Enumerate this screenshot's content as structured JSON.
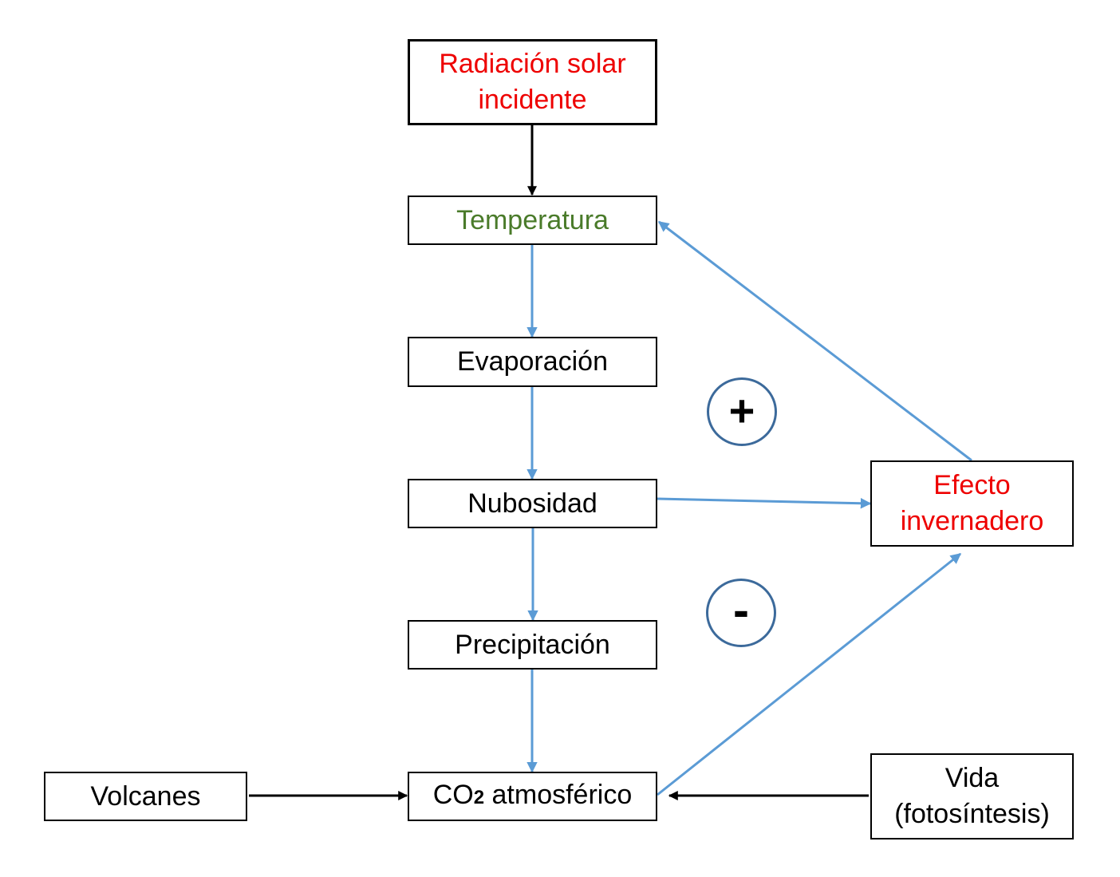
{
  "colors": {
    "red_text": "#ee0000",
    "green_text": "#4a7b2a",
    "black_text": "#000000",
    "blue_arrow": "#5b9bd5",
    "black_arrow": "#000000",
    "circle_stroke": "#3c6a9b"
  },
  "nodes": {
    "radiacion": {
      "lines": [
        "Radiación solar",
        "incidente"
      ],
      "color": "red"
    },
    "temperatura": {
      "lines": [
        "Temperatura"
      ],
      "color": "green"
    },
    "evaporacion": {
      "lines": [
        "Evaporación"
      ],
      "color": "black"
    },
    "nubosidad": {
      "lines": [
        "Nubosidad"
      ],
      "color": "black"
    },
    "precipitacion": {
      "lines": [
        "Precipitación"
      ],
      "color": "black"
    },
    "co2": {
      "main": "CO",
      "subscript": "2",
      "rest": " atmosférico",
      "color": "black"
    },
    "volcanes": {
      "lines": [
        "Volcanes"
      ],
      "color": "black"
    },
    "vida": {
      "lines": [
        "Vida",
        "(fotosíntesis)"
      ],
      "color": "black"
    },
    "efecto": {
      "lines": [
        "Efecto",
        "invernadero"
      ],
      "color": "red"
    }
  },
  "signs": {
    "positive": "+",
    "negative": "-"
  },
  "edges": [
    {
      "from": "radiacion",
      "to": "temperatura",
      "style": "black"
    },
    {
      "from": "temperatura",
      "to": "evaporacion",
      "style": "blue"
    },
    {
      "from": "evaporacion",
      "to": "nubosidad",
      "style": "blue"
    },
    {
      "from": "nubosidad",
      "to": "precipitacion",
      "style": "blue"
    },
    {
      "from": "precipitacion",
      "to": "co2",
      "style": "blue"
    },
    {
      "from": "nubosidad",
      "to": "efecto",
      "style": "blue"
    },
    {
      "from": "efecto",
      "to": "temperatura",
      "style": "blue"
    },
    {
      "from": "co2",
      "to": "efecto",
      "style": "blue"
    },
    {
      "from": "volcanes",
      "to": "co2",
      "style": "black"
    },
    {
      "from": "vida",
      "to": "co2",
      "style": "black"
    }
  ]
}
